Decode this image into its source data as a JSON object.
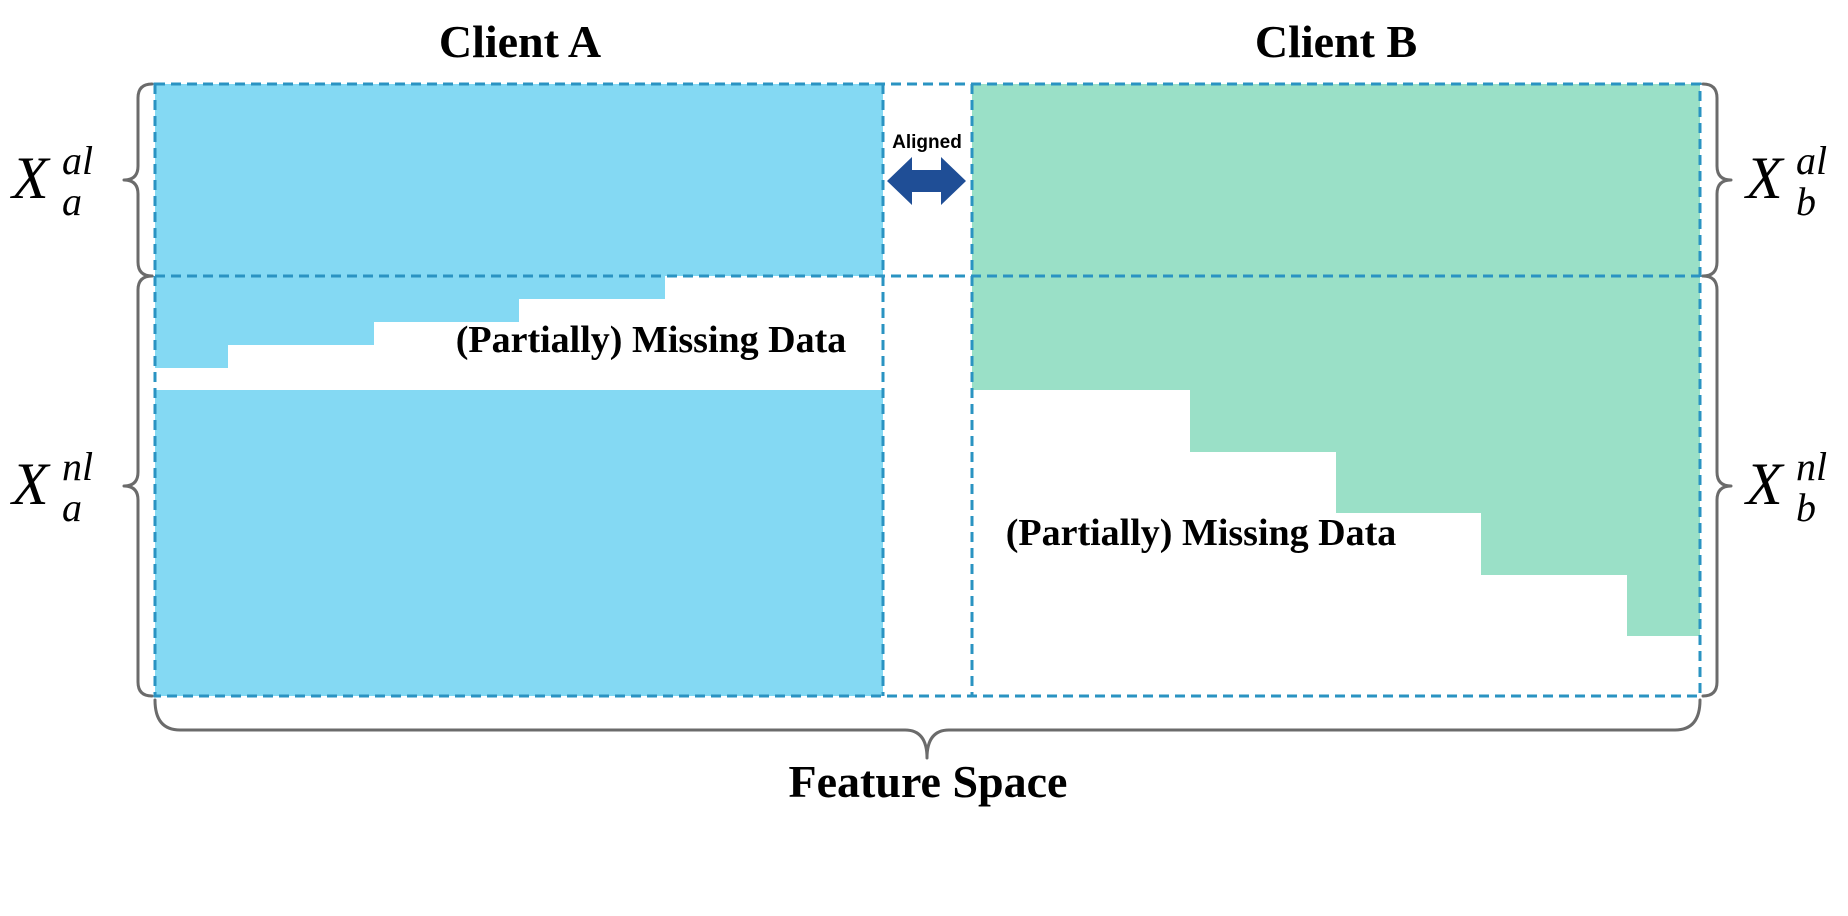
{
  "clients": {
    "a": {
      "title": "Client A"
    },
    "b": {
      "title": "Client B"
    }
  },
  "labels": {
    "aligned": "Aligned",
    "missing_a": "(Partially) Missing Data",
    "missing_b": "(Partially) Missing Data",
    "feature_space": "Feature Space"
  },
  "math": {
    "xa_al": {
      "base": "X",
      "sub": "a",
      "sup": "al"
    },
    "xa_nl": {
      "base": "X",
      "sub": "a",
      "sup": "nl"
    },
    "xb_al": {
      "base": "X",
      "sub": "b",
      "sup": "al"
    },
    "xb_nl": {
      "base": "X",
      "sub": "b",
      "sup": "nl"
    }
  },
  "colors": {
    "client_a_fill": "#84d9f3",
    "client_b_fill": "#9ae0c7",
    "dashed_line": "#2a93c2",
    "arrow": "#1f4e96",
    "brace": "#6b6b6b",
    "text": "#000000"
  }
}
